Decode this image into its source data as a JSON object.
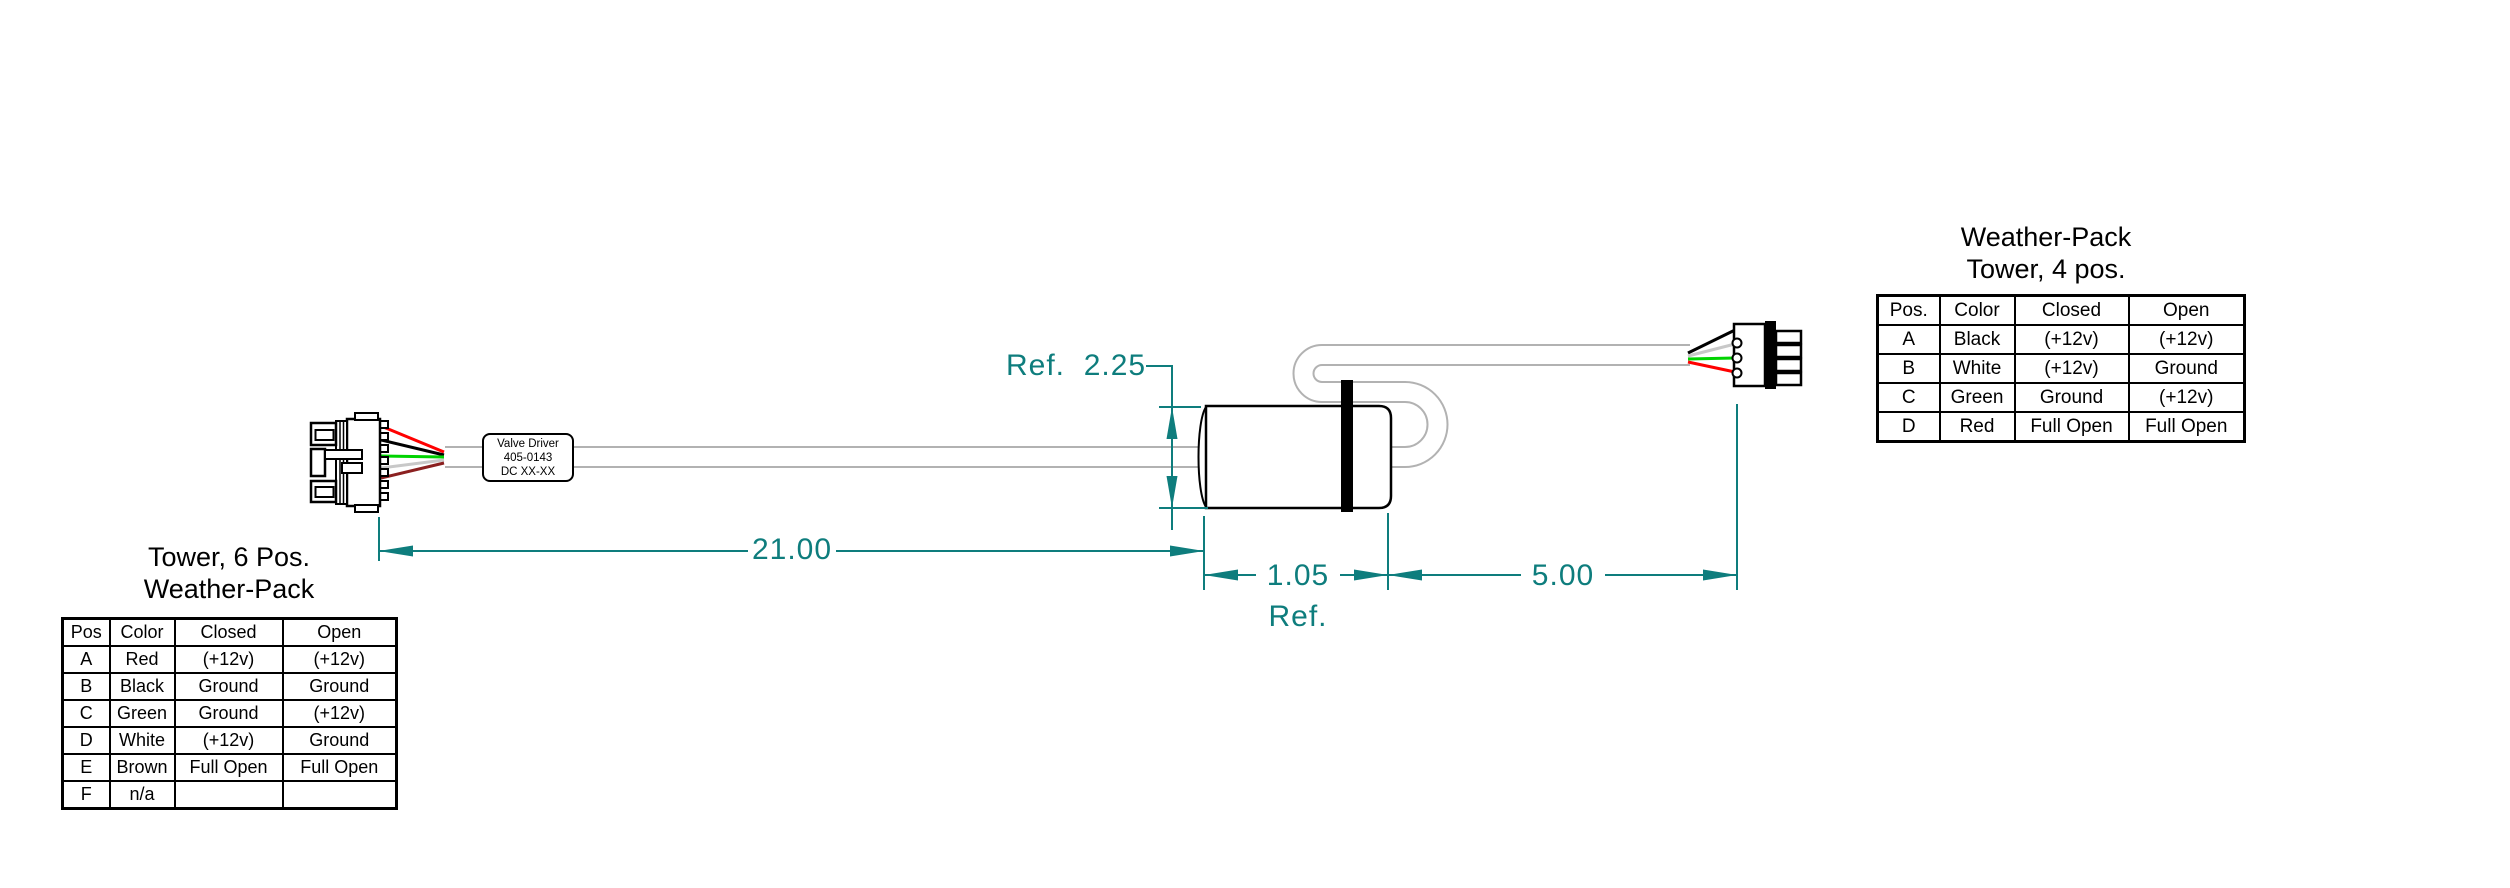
{
  "drawing": {
    "label_box": {
      "line1": "Valve Driver",
      "line2": "405-0143",
      "line3": "DC XX-XX"
    },
    "dimensions": {
      "overall_length": "21.00",
      "body_length": "1.05",
      "body_length_ref": "Ref.",
      "tail_length": "5.00",
      "diameter_ref": "Ref.  2.25"
    },
    "colors": {
      "dimension_teal": "#0e7d7d",
      "wire_red": "#ff0000",
      "wire_black": "#000000",
      "wire_green": "#00d300",
      "wire_white": "#c8c8c8",
      "wire_brown": "#8b2020",
      "cable_outline": "#b2b2b2",
      "band_black": "#000000"
    }
  },
  "left_table": {
    "title_line1": "Tower, 6 Pos.",
    "title_line2": "Weather-Pack",
    "headers": [
      "Pos",
      "Color",
      "Closed",
      "Open"
    ],
    "rows": [
      {
        "pos": "A",
        "color": "Red",
        "closed": "(+12v)",
        "open": "(+12v)"
      },
      {
        "pos": "B",
        "color": "Black",
        "closed": "Ground",
        "open": "Ground"
      },
      {
        "pos": "C",
        "color": "Green",
        "closed": "Ground",
        "open": "(+12v)"
      },
      {
        "pos": "D",
        "color": "White",
        "closed": "(+12v)",
        "open": "Ground"
      },
      {
        "pos": "E",
        "color": "Brown",
        "closed": "Full Open",
        "open": "Full Open"
      },
      {
        "pos": "F",
        "color": "n/a",
        "closed": "",
        "open": ""
      }
    ]
  },
  "right_table": {
    "title_line1": "Weather-Pack",
    "title_line2": "Tower, 4 pos.",
    "headers": [
      "Pos.",
      "Color",
      "Closed",
      "Open"
    ],
    "rows": [
      {
        "pos": "A",
        "color": "Black",
        "closed": "(+12v)",
        "open": "(+12v)"
      },
      {
        "pos": "B",
        "color": "White",
        "closed": "(+12v)",
        "open": "Ground"
      },
      {
        "pos": "C",
        "color": "Green",
        "closed": "Ground",
        "open": "(+12v)"
      },
      {
        "pos": "D",
        "color": "Red",
        "closed": "Full Open",
        "open": "Full Open"
      }
    ]
  }
}
